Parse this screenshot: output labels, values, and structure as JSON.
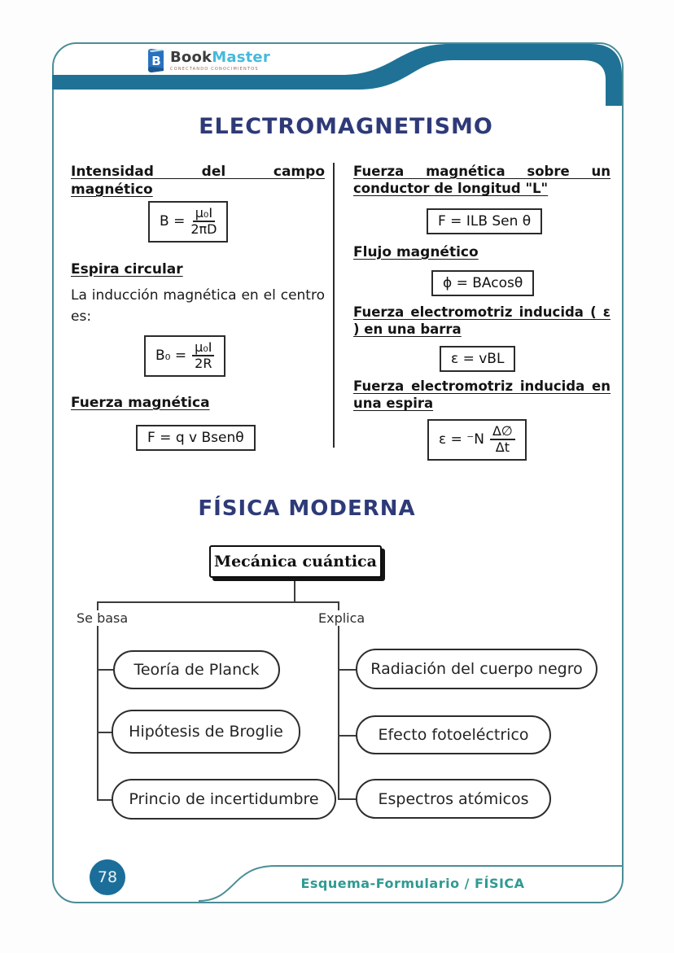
{
  "brand": {
    "book": "Book",
    "master": "Master",
    "tagline": "CONECTANDO CONOCIMIENTOS"
  },
  "electromagnetismo": {
    "title": "ELECTROMAGNETISMO",
    "left": {
      "s1_heading": "Intensidad del campo magnético",
      "s1_lhs": "B =",
      "s1_num": "μ₀I",
      "s1_den": "2πD",
      "s2_heading": "Espira circular",
      "s2_body": "La inducción magnética en el centro es:",
      "s2_lhs": "B₀ =",
      "s2_num": "μ₀I",
      "s2_den": "2R",
      "s3_heading": "Fuerza magnética",
      "s3_formula": "F = q v Bsenθ"
    },
    "right": {
      "s1_heading": "Fuerza magnética sobre un conductor de longitud \"L\"",
      "s1_formula": "F = ILB Sen θ",
      "s2_heading": "Flujo magnético",
      "s2_formula": "ϕ = BAcosθ",
      "s3_heading": "Fuerza electromotriz inducida ( ε ) en una barra",
      "s3_formula": "ε = vBL",
      "s4_heading": "Fuerza electromotriz inducida en una espira",
      "s4_lhs": "ε = ⁻N",
      "s4_num": "Δ∅",
      "s4_den": "Δt"
    }
  },
  "fisica_moderna": {
    "title": "FÍSICA MODERNA",
    "root_label": "Mecánica cuántica",
    "left_branch_label": "Se basa",
    "right_branch_label": "Explica",
    "left_nodes": [
      "Teoría de Planck",
      "Hipótesis de Broglie",
      "Princio de incertidumbre"
    ],
    "right_nodes": [
      "Radiación del cuerpo negro",
      "Efecto fotoeléctrico",
      "Espectros atómicos"
    ]
  },
  "footer": {
    "page_number": "78",
    "label": "Esquema-Formulario / FÍSICA"
  },
  "colors": {
    "band_teal": "#1f7295",
    "border_teal": "#4b8d96",
    "navy_title": "#2e3a78",
    "footer_text_teal": "#2f9a92",
    "badge_blue": "#1b6e99",
    "brand_cyan": "#47b9dc"
  }
}
